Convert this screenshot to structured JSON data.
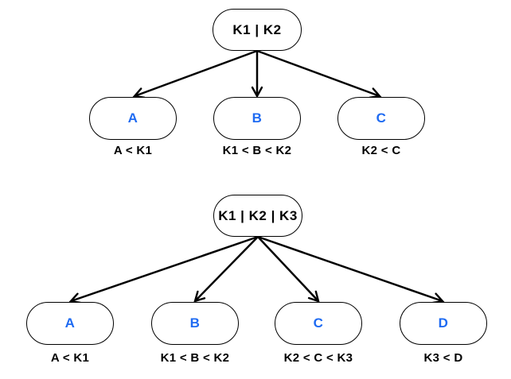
{
  "diagram_type": "btree-node-split-trees",
  "colors": {
    "background": "#ffffff",
    "node_border": "#000000",
    "root_text": "#000000",
    "child_text": "#1f6bf2",
    "condition_text": "#000000",
    "arrow": "#000000"
  },
  "trees": [
    {
      "root": "K1 | K2",
      "children": [
        {
          "label": "A",
          "condition": "A < K1"
        },
        {
          "label": "B",
          "condition": "K1 < B < K2"
        },
        {
          "label": "C",
          "condition": "K2 < C"
        }
      ]
    },
    {
      "root": "K1 | K2 | K3",
      "children": [
        {
          "label": "A",
          "condition": "A < K1"
        },
        {
          "label": "B",
          "condition": "K1 < B < K2"
        },
        {
          "label": "C",
          "condition": "K2 < C < K3"
        },
        {
          "label": "D",
          "condition": "K3 < D"
        }
      ]
    }
  ]
}
